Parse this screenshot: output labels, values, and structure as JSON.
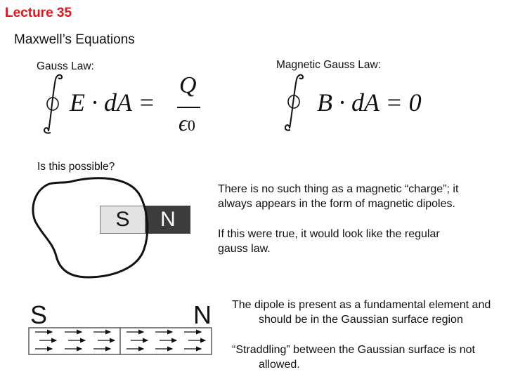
{
  "slide": {
    "lecture_label": "Lecture 35",
    "title": "Maxwell’s Equations",
    "accent_color": "#e0161c"
  },
  "gauss_law": {
    "label": "Gauss Law:",
    "lhs": "E · dA =",
    "numerator": "Q",
    "denominator": "ϵ",
    "denominator_sub": "0",
    "integral_symbol": "∮"
  },
  "magnetic_gauss_law": {
    "label": "Magnetic Gauss Law:",
    "lhs": "B · dA = 0",
    "integral_symbol": "∮"
  },
  "monopole_question": {
    "prompt": "Is this possible?",
    "magnet_south": "S",
    "magnet_north": "N"
  },
  "explanation": {
    "paragraph_1": "There is no such thing as a magnetic “charge”; it always appears in the form of magnetic dipoles.",
    "paragraph_2": "If this were true, it would look like the regular gauss law."
  },
  "dipole_diagram": {
    "south_label": "S",
    "north_label": "N",
    "arrow_rows": 3,
    "arrows_per_half": 3
  },
  "dipole_notes": {
    "item_1": "The dipole is present as a fundamental element and should be in the Gaussian surface region",
    "item_2": "“Straddling” between the Gaussian surface is not allowed."
  }
}
